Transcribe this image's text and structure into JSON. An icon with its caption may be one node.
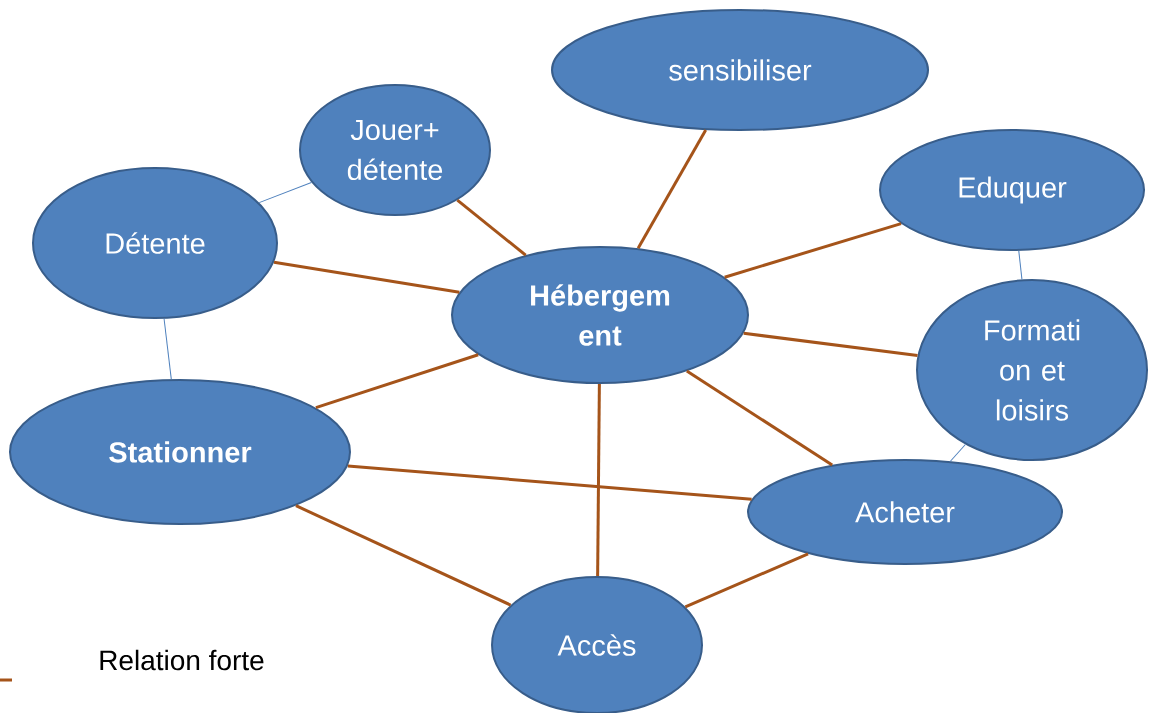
{
  "diagram": {
    "nodes": [
      {
        "text": [
          "sensibiliser"
        ]
      },
      {
        "text": [
          "Jouer+ détente"
        ]
      },
      {
        "text": [
          "Eduquer"
        ]
      },
      {
        "text": [
          "Détente"
        ]
      },
      {
        "text": [
          "Hébergem ent"
        ]
      },
      {
        "text": [
          "Formati on et loisirs"
        ]
      },
      {
        "text": [
          "Stationner"
        ]
      },
      {
        "text": [
          "Acheter"
        ]
      },
      {
        "text": [
          "Accès"
        ]
      }
    ],
    "edges": [
      {
        "from": 4,
        "to": 0,
        "arrow": "none"
      },
      {
        "from": 4,
        "to": 1,
        "arrow": "none"
      },
      {
        "from": 4,
        "to": 2,
        "arrow": "none"
      },
      {
        "from": 4,
        "to": 3,
        "arrow": "none"
      },
      {
        "from": 4,
        "to": 5,
        "arrow": "none"
      },
      {
        "from": 4,
        "to": 6,
        "arrow": "none"
      },
      {
        "from": 4,
        "to": 8,
        "arrow": "none"
      },
      {
        "from": 4,
        "to": 7,
        "arrow": "none"
      },
      {
        "from": 6,
        "to": 7,
        "arrow": "none"
      },
      {
        "from": 6,
        "to": 8,
        "arrow": "none"
      },
      {
        "from": 8,
        "to": 7,
        "arrow": "none"
      },
      {
        "from": 3,
        "to": 1,
        "arrow": "none",
        "color": "#4f81bd"
      },
      {
        "from": 3,
        "to": 6,
        "arrow": "none",
        "color": "#4f81bd"
      },
      {
        "from": 2,
        "to": 5,
        "arrow": "none",
        "color": "#4f81bd"
      },
      {
        "from": 5,
        "to": 7,
        "arrow": "none",
        "color": "#4f81bd"
      }
    ],
    "legend": [
      {
        "text": "Relation forte"
      }
    ]
  }
}
